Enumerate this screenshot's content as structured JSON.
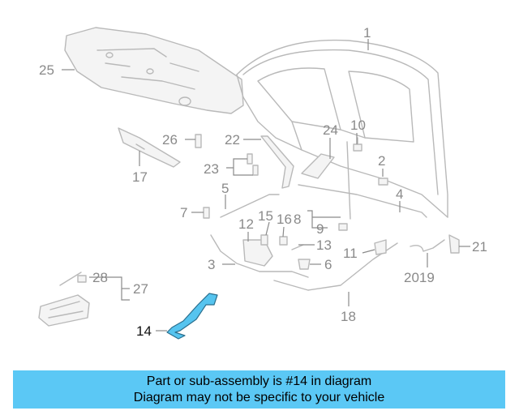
{
  "diagram": {
    "highlight_color": "#56c4ef",
    "labels": {
      "l1": "1",
      "l2": "2",
      "l3": "3",
      "l4": "4",
      "l5": "5",
      "l6": "6",
      "l7": "7",
      "l8": "8",
      "l9": "9",
      "l10": "10",
      "l11": "11",
      "l12": "12",
      "l13": "13",
      "l14": "14",
      "l15": "15",
      "l16": "16",
      "l17": "17",
      "l18": "18",
      "l2019": "2019",
      "l21": "21",
      "l22": "22",
      "l23": "23",
      "l24": "24",
      "l25": "25",
      "l26": "26",
      "l27": "27",
      "l28": "28"
    }
  },
  "caption": {
    "background": "#5bc8f5",
    "line1": "Part or sub-assembly is #14 in diagram",
    "line2": "Diagram may not be specific to your vehicle"
  }
}
